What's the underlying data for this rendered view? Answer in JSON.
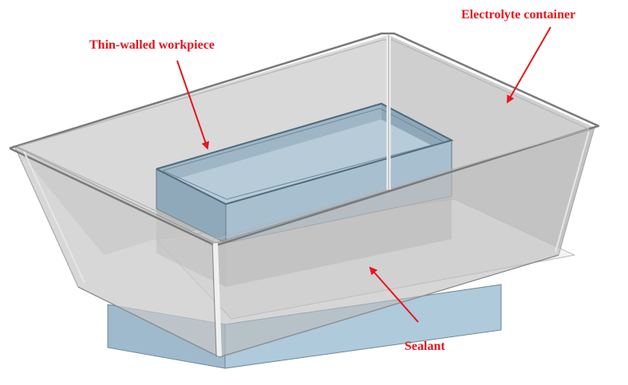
{
  "labels": {
    "electrolyte_container": "Electrolyte container",
    "thin_walled_workpiece": "Thin-walled workpiece",
    "sealant": "Sealant"
  },
  "colors": {
    "annotation": "#e8141c",
    "container_glass": "#c8c8c8",
    "container_edge": "#8a8a8a",
    "workpiece": "#a8bfcf",
    "workpiece_edge": "#5f7a8c",
    "base_block": "#a9c3d4",
    "sealant": "#f2f2f2"
  }
}
